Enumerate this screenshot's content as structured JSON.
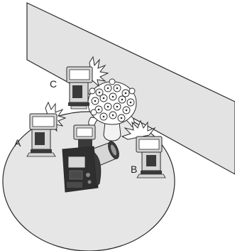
{
  "labels": {
    "a": "A",
    "b": "B",
    "c": "C"
  },
  "colors": {
    "backdrop": "#e3e3e3",
    "floor": "#e6e6e6",
    "outline": "#2b2b2b",
    "flash_body": "#d6d6d6",
    "flash_dark": "#3a3a3a",
    "camera_dark": "#2f2f2f"
  },
  "icons": {
    "wireless_flash": "speedlite-icon",
    "camera": "dslr-camera-icon",
    "subject": "flower-bouquet-icon",
    "flash_burst": "flash-burst-icon"
  }
}
